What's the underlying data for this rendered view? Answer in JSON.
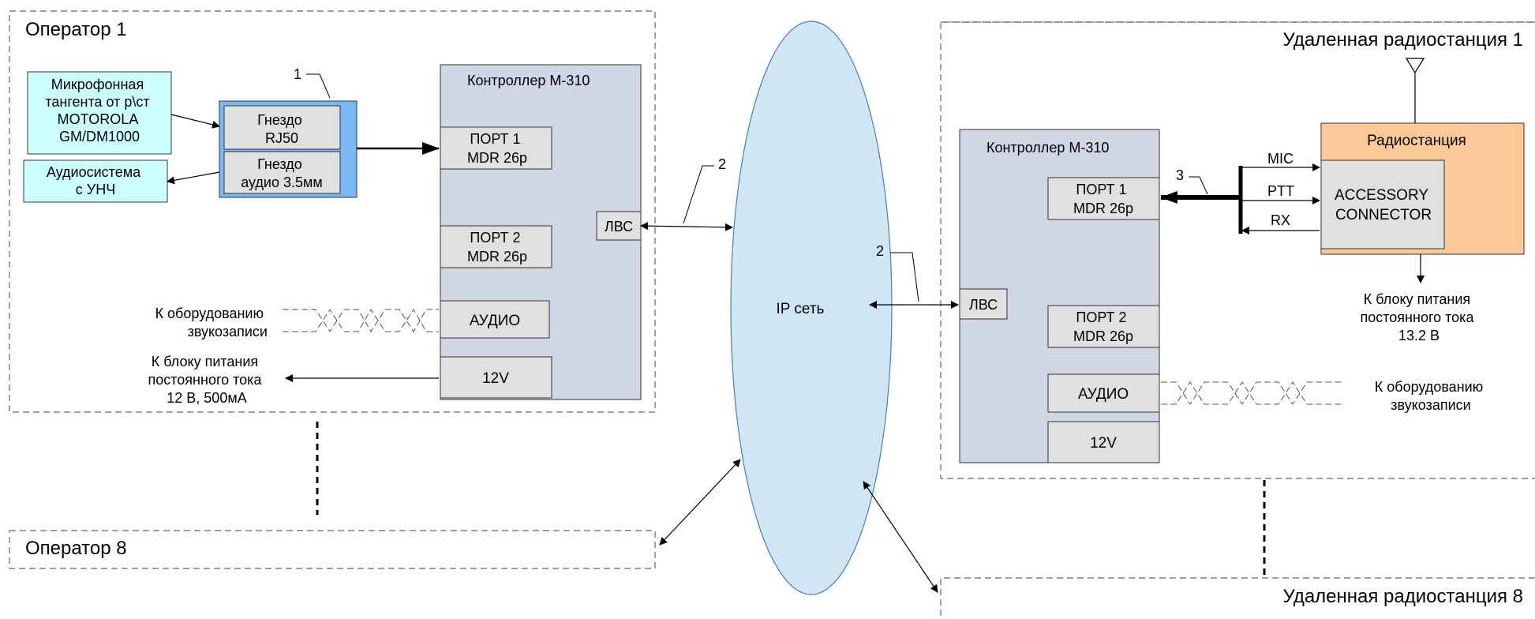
{
  "operator1": {
    "title": "Оператор 1",
    "mic_box": [
      "Микрофонная",
      "тангента от р\\ст",
      "MOTOROLA",
      "GM/DM1000"
    ],
    "audio_box": [
      "Аудиосистема",
      "с УНЧ"
    ],
    "jack_rj50": [
      "Гнездо",
      "RJ50"
    ],
    "jack_audio": [
      "Гнездо",
      "аудио 3.5мм"
    ],
    "callout_1": "1",
    "controller_title": "Контроллер М-310",
    "port1": [
      "ПОРТ 1",
      "MDR 26p"
    ],
    "port2": [
      "ПОРТ 2",
      "MDR 26p"
    ],
    "lan": "ЛВС",
    "audio_port": "АУДИО",
    "power_port": "12V",
    "recorder_label": [
      "К оборудованию",
      "звукозаписи"
    ],
    "power_label": [
      "К блоку питания",
      "постоянного тока",
      "12 В, 500мА"
    ]
  },
  "operator8": {
    "title": "Оператор 8"
  },
  "network": {
    "label": "IP сеть",
    "callout_a": "2",
    "callout_b": "2"
  },
  "remote1": {
    "title": "Удаленная радиостанция 1",
    "controller_title": "Контроллер М-310",
    "port1": [
      "ПОРТ 1",
      "MDR 26p"
    ],
    "port2": [
      "ПОРТ 2",
      "MDR 26p"
    ],
    "lan": "ЛВС",
    "audio_port": "АУДИО",
    "power_port": "12V",
    "callout_3": "3",
    "signals": [
      "MIC",
      "PTT",
      "RX"
    ],
    "radio_title": "Радиостанция",
    "accessory": [
      "ACCESSORY",
      "CONNECTOR"
    ],
    "power_label": [
      "К блоку питания",
      "постоянного тока",
      "13.2 В"
    ],
    "recorder_label": [
      "К оборудованию",
      "звукозаписи"
    ]
  },
  "remote8": {
    "title": "Удаленная радиостанция 8"
  },
  "colors": {
    "controller": "#cfd6e4",
    "port": "#e0e0e0",
    "cyan_box": "#ccffff",
    "jack_frame": "#7ab8f5",
    "radio": "#fdc897",
    "cloud": "#cfe6f5"
  }
}
